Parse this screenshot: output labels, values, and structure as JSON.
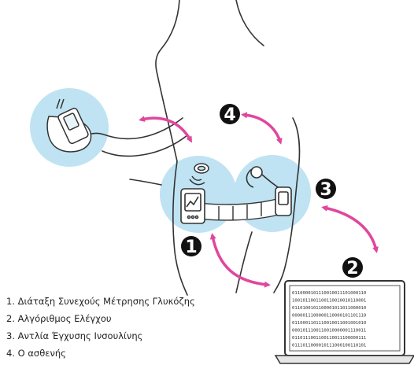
{
  "legend": {
    "items": [
      "1. Διάταξη Συνεχούς Μέτρησης Γλυκόζης",
      "2. Αλγόριθμος Ελέγχου",
      "3. Αντλία Έγχυσης Ινσουλίνης",
      "4. Ο ασθενής"
    ]
  },
  "markers": [
    {
      "label": "1",
      "refers_to": "Διάταξη Συνεχούς Μέτρησης Γλυκόζης"
    },
    {
      "label": "2",
      "refers_to": "Αλγόριθμος Ελέγχου"
    },
    {
      "label": "3",
      "refers_to": "Αντλία Έγχυσης Ινσουλίνης"
    },
    {
      "label": "4",
      "refers_to": "Ο ασθενής"
    }
  ],
  "laptop_screen": {
    "lines": [
      "0110000101110010011101000110",
      "1001011001100110010010110001",
      "0110100101100001011011000010",
      "0000011100000110000101101110",
      "0110001101110010011001001010",
      "0001011100110010000001110011",
      "0110111001100110011100000111",
      "0111011000010111000100110101"
    ]
  },
  "colors": {
    "highlight": "#bfe3f2",
    "arrow": "#e0479d",
    "marker": "#111111",
    "line": "#333333"
  },
  "icons": {
    "arrow_marker": "curved-double-arrow",
    "monitor": "handheld-monitor-icon",
    "sensor": "glucose-sensor-icon",
    "pump": "insulin-pump-icon",
    "laptop": "laptop-icon"
  }
}
